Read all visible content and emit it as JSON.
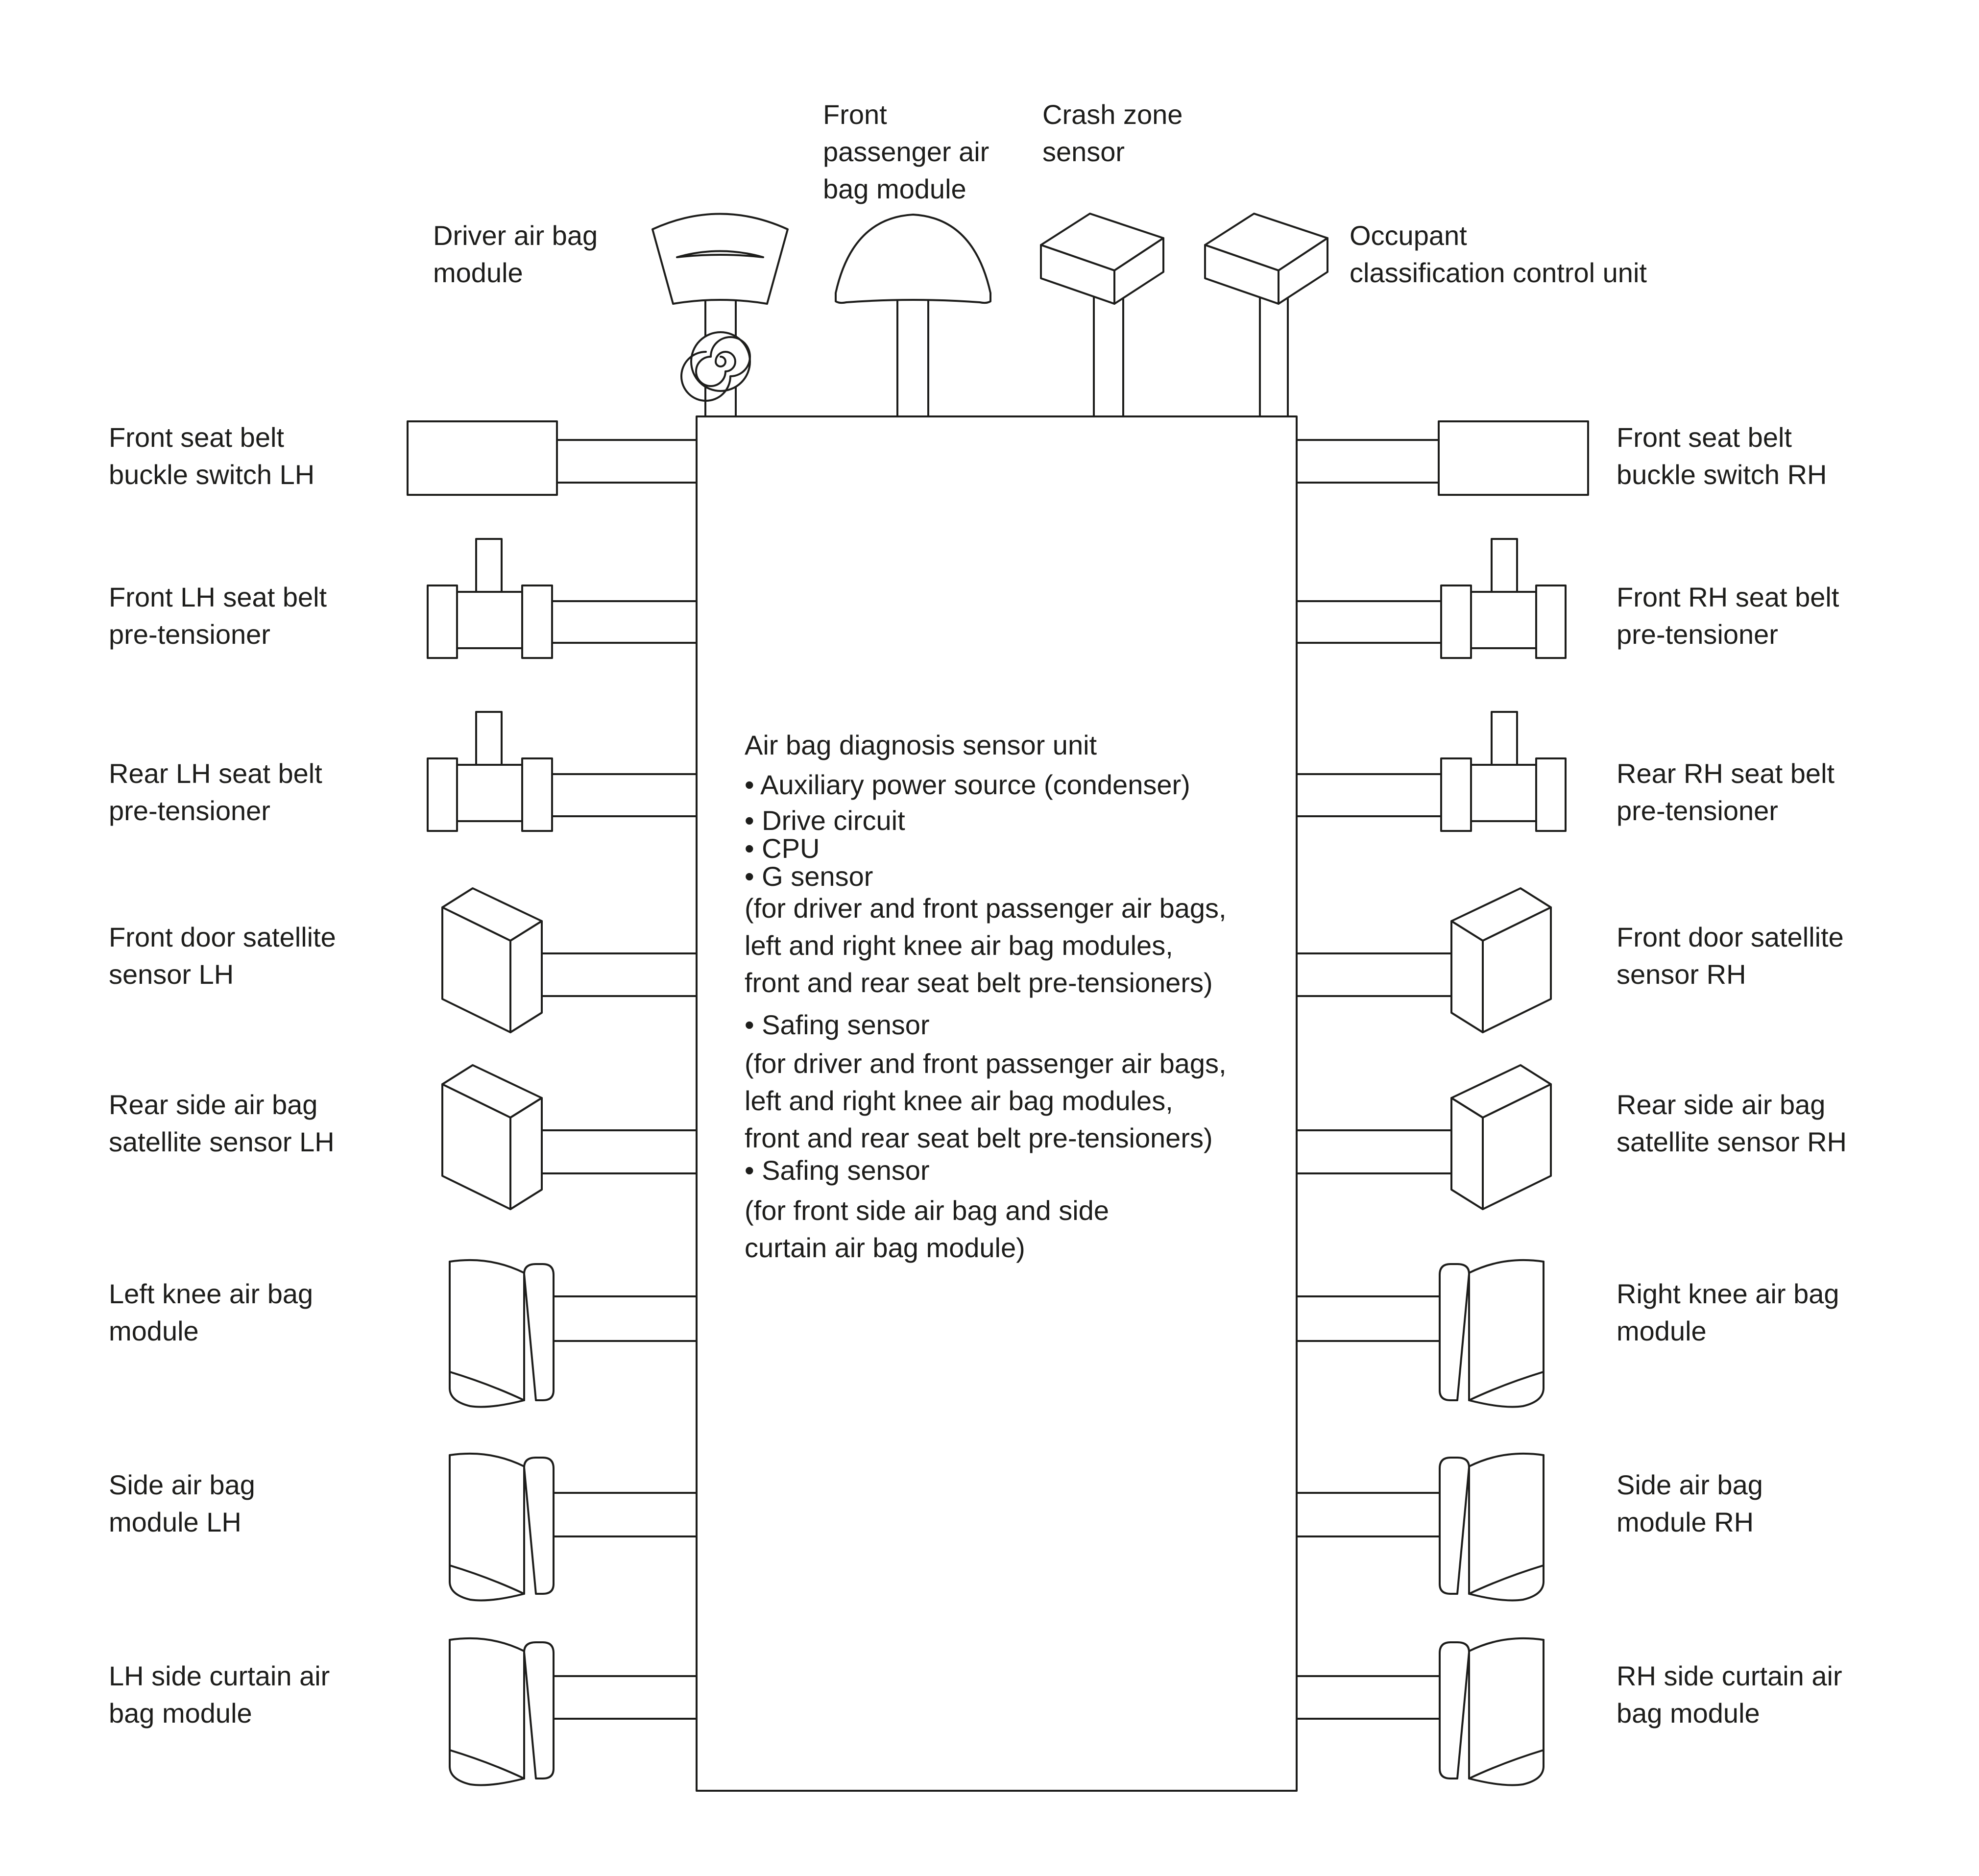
{
  "center_unit": {
    "lines": [
      "Air bag diagnosis sensor unit",
      "• Auxiliary power source (condenser)",
      "• Drive circuit",
      "• CPU",
      "• G sensor",
      "(for driver and front passenger air bags,",
      "left and right knee air bag modules,",
      "front and rear seat belt pre-tensioners)",
      "• Safing sensor",
      "(for driver and front passenger air bags,",
      "left and right knee air bag modules,",
      "front and rear seat belt pre-tensioners)",
      "• Safing sensor",
      "(for front side air bag and side",
      "curtain air bag module)"
    ]
  },
  "top_components": [
    {
      "id": "driver-air-bag-module",
      "icon": "steering-airbag-icon",
      "label": [
        "Driver air bag",
        "module"
      ]
    },
    {
      "id": "front-passenger-air-bag-module",
      "icon": "dome-airbag-icon",
      "label": [
        "Front",
        "passenger air",
        "bag module"
      ]
    },
    {
      "id": "crash-zone-sensor",
      "icon": "box-sensor-icon",
      "label": [
        "Crash zone",
        "sensor"
      ]
    },
    {
      "id": "occupant-classification-control-unit",
      "icon": "box-sensor-icon",
      "label": [
        "Occupant",
        "classification control unit"
      ]
    }
  ],
  "left_components": [
    {
      "id": "front-seat-belt-buckle-switch-lh",
      "icon": "buckle-switch-icon",
      "label": [
        "Front seat belt",
        "buckle switch LH"
      ]
    },
    {
      "id": "front-lh-seat-belt-pre-tensioner",
      "icon": "pretensioner-icon",
      "label": [
        "Front LH seat belt",
        "pre-tensioner"
      ]
    },
    {
      "id": "rear-lh-seat-belt-pre-tensioner",
      "icon": "pretensioner-icon",
      "label": [
        "Rear LH seat belt",
        "pre-tensioner"
      ]
    },
    {
      "id": "front-door-satellite-sensor-lh",
      "icon": "satellite-sensor-icon",
      "label": [
        "Front door satellite",
        "sensor LH"
      ]
    },
    {
      "id": "rear-side-air-bag-satellite-sensor-lh",
      "icon": "satellite-sensor-icon",
      "label": [
        "Rear side air bag",
        "satellite sensor LH"
      ]
    },
    {
      "id": "left-knee-air-bag-module",
      "icon": "airbag-module-icon",
      "label": [
        "Left knee air bag",
        "module"
      ]
    },
    {
      "id": "side-air-bag-module-lh",
      "icon": "airbag-module-icon",
      "label": [
        "Side air bag",
        "module LH"
      ]
    },
    {
      "id": "lh-side-curtain-air-bag-module",
      "icon": "airbag-module-icon",
      "label": [
        "LH side curtain air",
        "bag module"
      ]
    }
  ],
  "right_components": [
    {
      "id": "front-seat-belt-buckle-switch-rh",
      "icon": "buckle-switch-icon",
      "label": [
        "Front seat belt",
        "buckle switch RH"
      ]
    },
    {
      "id": "front-rh-seat-belt-pre-tensioner",
      "icon": "pretensioner-icon",
      "label": [
        "Front RH seat belt",
        "pre-tensioner"
      ]
    },
    {
      "id": "rear-rh-seat-belt-pre-tensioner",
      "icon": "pretensioner-icon",
      "label": [
        "Rear RH seat belt",
        "pre-tensioner"
      ]
    },
    {
      "id": "front-door-satellite-sensor-rh",
      "icon": "satellite-sensor-icon",
      "label": [
        "Front door satellite",
        "sensor RH"
      ]
    },
    {
      "id": "rear-side-air-bag-satellite-sensor-rh",
      "icon": "satellite-sensor-icon",
      "label": [
        "Rear side air bag",
        "satellite sensor RH"
      ]
    },
    {
      "id": "right-knee-air-bag-module",
      "icon": "airbag-module-icon",
      "label": [
        "Right knee air bag",
        "module"
      ]
    },
    {
      "id": "side-air-bag-module-rh",
      "icon": "airbag-module-icon",
      "label": [
        "Side air bag",
        "module RH"
      ]
    },
    {
      "id": "rh-side-curtain-air-bag-module",
      "icon": "airbag-module-icon",
      "label": [
        "RH side curtain air",
        "bag module"
      ]
    }
  ]
}
